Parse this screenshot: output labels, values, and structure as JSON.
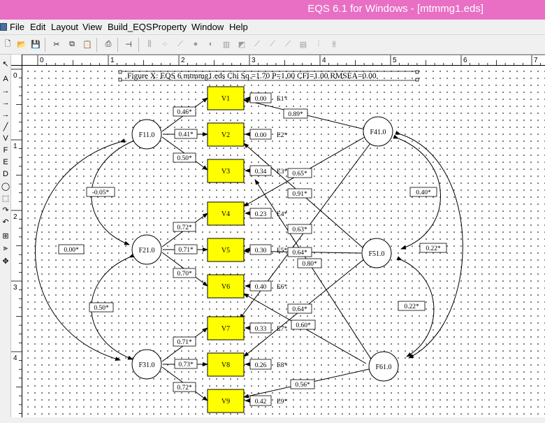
{
  "window": {
    "title": "EQS 6.1 for Windows - [mtmmg1.eds]"
  },
  "menu": [
    "File",
    "Edit",
    "Layout",
    "View",
    "Build_EQS",
    "Property",
    "Window",
    "Help"
  ],
  "toolbar": {
    "buttons": [
      "new-icon",
      "open-icon",
      "save-icon",
      "cut-icon",
      "copy-icon",
      "paste-icon",
      "print-icon",
      "diagram-icon",
      "histogram-icon",
      "scatter-icon",
      "line-plot-icon",
      "pie-icon",
      "bar-icon",
      "area-icon",
      "stacked-icon",
      "quantile-icon",
      "normal-plot-icon",
      "box-plot-icon",
      "error-bar-icon",
      "multiple-plot-icon"
    ]
  },
  "palette": [
    "pointer-icon",
    "text-tool-icon",
    "arrow-tool-icon",
    "arrow-tool-2-icon",
    "arrow-tool-3-icon",
    "line-tool-icon",
    "variable-tool-icon",
    "equation-tool-icon",
    "factor-tool-icon",
    "error-tool-icon",
    "covariance-tool-icon",
    "curve-tool-icon",
    "curve-tool-2-icon",
    "grid-tool-icon",
    "link-tool-icon",
    "group-tool-icon",
    "move-tool-icon"
  ],
  "rulers": {
    "horizontal": [
      "0",
      "1",
      "2",
      "3",
      "4",
      "5",
      "6",
      "7"
    ],
    "vertical": [
      "0",
      "1",
      "2",
      "3",
      "4"
    ]
  },
  "diagram": {
    "title": "Figure X: EQS 6 mtmmg1.eds Chi Sq.=1.70 P=1.00 CFI=1.00 RMSEA=0.00",
    "observed": [
      "V1",
      "V2",
      "V3",
      "V4",
      "V5",
      "V6",
      "V7",
      "V8",
      "V9"
    ],
    "factors": [
      "F11.0",
      "F21.0",
      "F31.0",
      "F41.0",
      "F51.0",
      "F61.0"
    ],
    "errors": [
      {
        "name": "E1*",
        "value": "0.00"
      },
      {
        "name": "E2*",
        "value": "0.00"
      },
      {
        "name": "E3*",
        "value": "0.34"
      },
      {
        "name": "E4*",
        "value": "0.23"
      },
      {
        "name": "E5*",
        "value": "0.30"
      },
      {
        "name": "E6*",
        "value": "0.40"
      },
      {
        "name": "E7*",
        "value": "0.33"
      },
      {
        "name": "E8*",
        "value": "0.26"
      },
      {
        "name": "E9*",
        "value": "0.42"
      }
    ],
    "loadings_left": [
      "0.46*",
      "0.41*",
      "0.50*",
      "0.72*",
      "0.71*",
      "0.70*",
      "0.71*",
      "0.73*",
      "0.72*"
    ],
    "loadings_right": [
      "0.89*",
      "0.65*",
      "0.91*",
      "0.63*",
      "0.64*",
      "0.80*",
      "0.64*",
      "0.60*",
      "0.56*"
    ],
    "covariances": [
      "-0.05*",
      "0.50*",
      "0.00*",
      "0.40*",
      "0.22*",
      "0.22*"
    ]
  },
  "status": {
    "text": ""
  }
}
